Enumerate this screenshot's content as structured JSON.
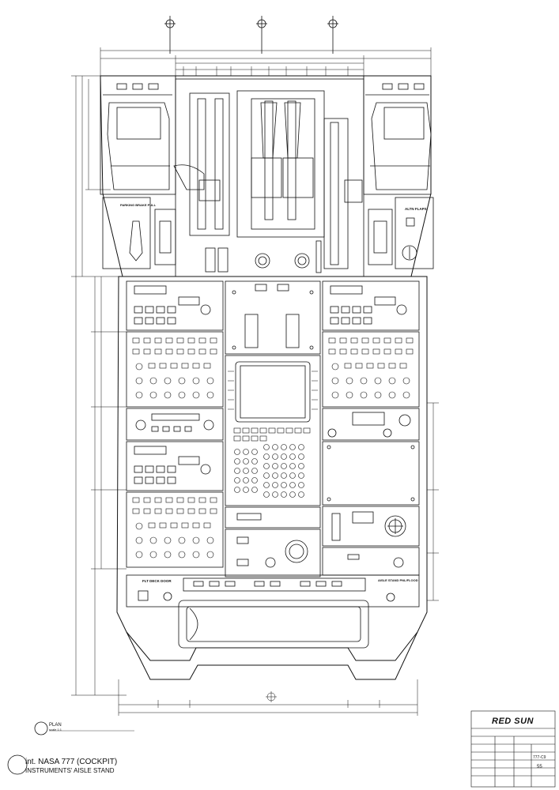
{
  "drawing": {
    "plan_label": "PLAN",
    "plan_scale": "scale 1:1",
    "project_title": "int. NASA 777 (COCKPIT)",
    "project_subtitle": "INSTRUMENTS' AISLE STAND"
  },
  "panel_labels": {
    "parking_brake": "PARKING BRAKE PULL",
    "alth_flaps": "ALTN FLAPS",
    "flt_deck_door": "FLT DECK DOOR",
    "aisle_stand_flood": "AISLE STAND PNL/FLOOD"
  },
  "title_block": {
    "brand": "RED SUN",
    "sheet_code": "777-C9",
    "page": "55"
  },
  "colors": {
    "line": "#111111",
    "paper": "#ffffff"
  }
}
